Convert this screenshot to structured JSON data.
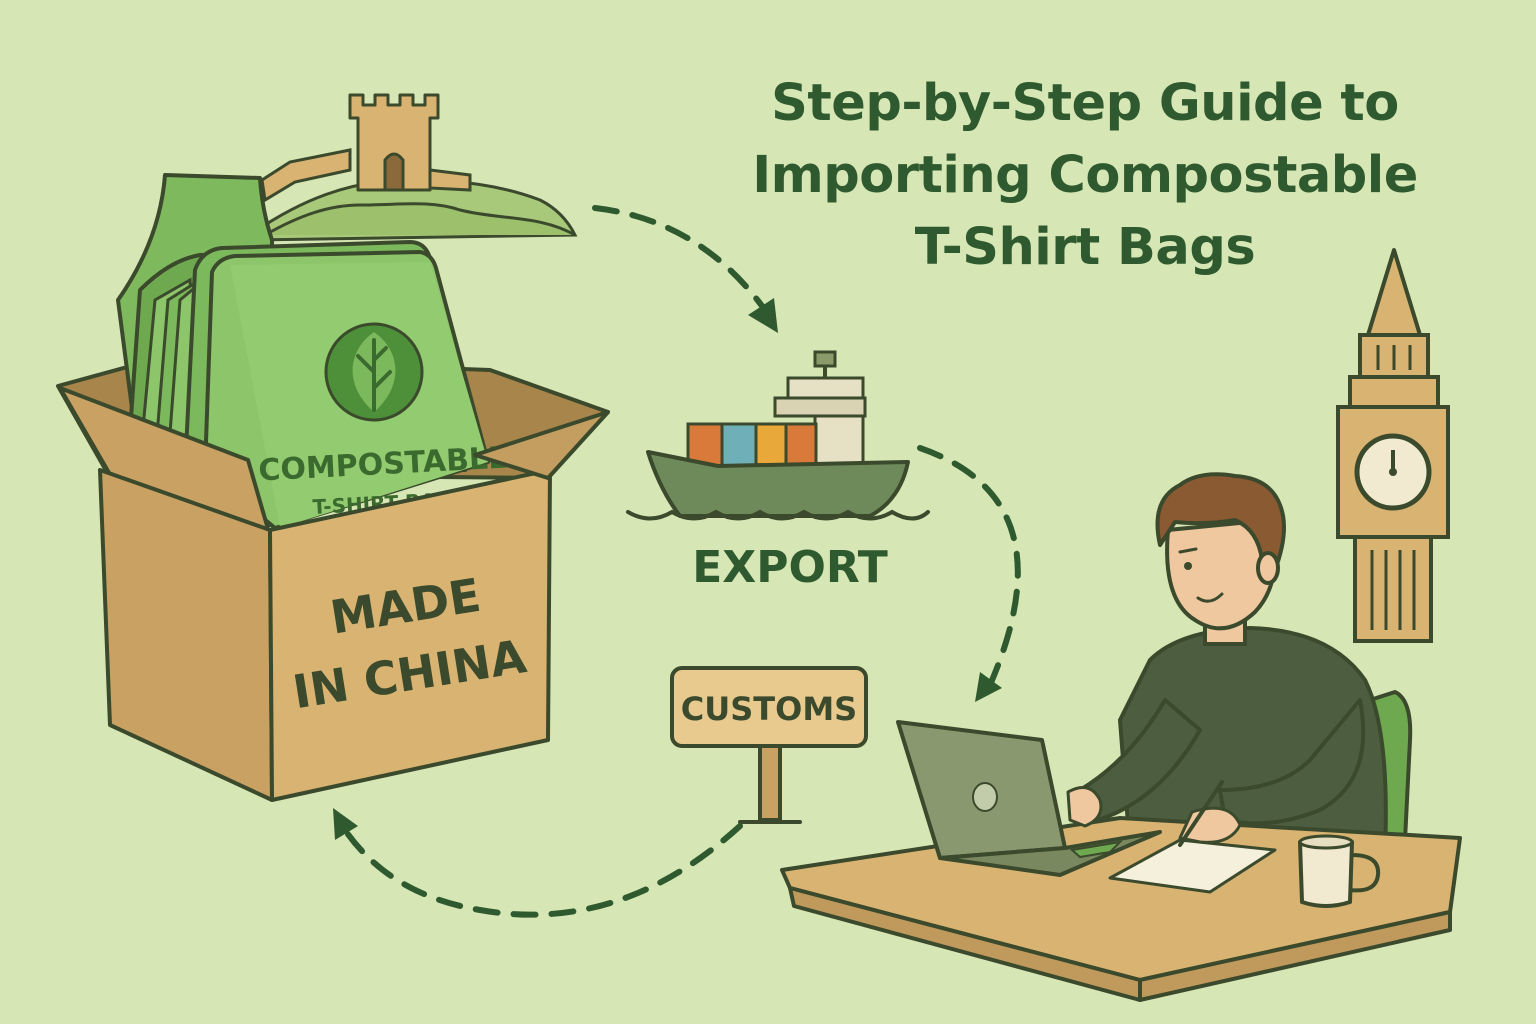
{
  "title": {
    "line1": "Step-by-Step Guide to",
    "line2": "Importing Compostable",
    "line3": "T-Shirt Bags"
  },
  "bag_labels": {
    "line1": "COMPOSTABLE",
    "line2": "T-SHIRT BAGS"
  },
  "box_labels": {
    "line1": "MADE",
    "line2": "IN CHINA"
  },
  "ship_label": "EXPORT",
  "customs_label": "CUSTOMS",
  "icons": [
    "great-wall-icon",
    "leaf-icon",
    "cargo-ship-icon",
    "big-ben-icon",
    "laptop-icon",
    "mug-icon"
  ],
  "colors": {
    "background": "#d6e6b4",
    "title": "#2f5a2f",
    "outline": "#3b4a2c",
    "cardboard": "#d8b372",
    "bag_green": "#8cc56a",
    "arrow": "#2f5a2f"
  }
}
